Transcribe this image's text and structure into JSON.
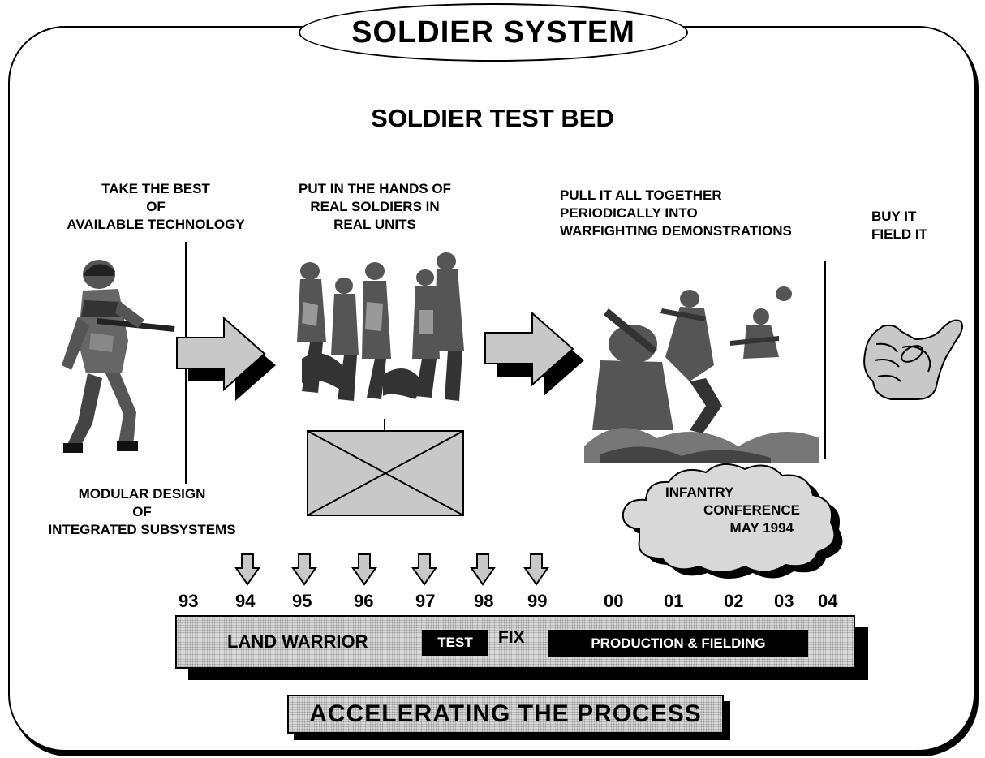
{
  "header": {
    "title": "SOLDIER SYSTEM",
    "subtitle": "SOLDIER TEST BED"
  },
  "captions": {
    "take_best_1": "TAKE THE BEST",
    "take_best_2": "OF",
    "take_best_3": "AVAILABLE TECHNOLOGY",
    "hands_1": "PUT IN THE HANDS OF",
    "hands_2": "REAL SOLDIERS IN",
    "hands_3": "REAL UNITS",
    "pull_1": "PULL IT ALL TOGETHER",
    "pull_2": "PERIODICALLY INTO",
    "pull_3": "WARFIGHTING DEMONSTRATIONS",
    "buy_1": "BUY IT",
    "buy_2": "FIELD IT",
    "modular_1": "MODULAR DESIGN",
    "modular_2": "OF",
    "modular_3": "INTEGRATED SUBSYSTEMS"
  },
  "cloud": {
    "line1": "INFANTRY",
    "line2": "CONFERENCE",
    "line3": "MAY 1994"
  },
  "timeline": {
    "years": [
      "93",
      "94",
      "95",
      "96",
      "97",
      "98",
      "99",
      "00",
      "01",
      "02",
      "03",
      "04"
    ],
    "land_warrior": "LAND WARRIOR",
    "test": "TEST",
    "fix": "FIX",
    "production": "PRODUCTION & FIELDING"
  },
  "footer": {
    "label": "ACCELERATING THE PROCESS"
  },
  "icons": [
    "soldier-running-illustration",
    "right-arrow-icon",
    "soldier-group-illustration",
    "placeholder-box-icon",
    "combat-scene-illustration",
    "thumbs-up-hand-icon",
    "cloud-icon",
    "down-arrow-icon"
  ],
  "colors": {
    "fill_gray": "#c8c8c8",
    "shadow": "#000000"
  }
}
